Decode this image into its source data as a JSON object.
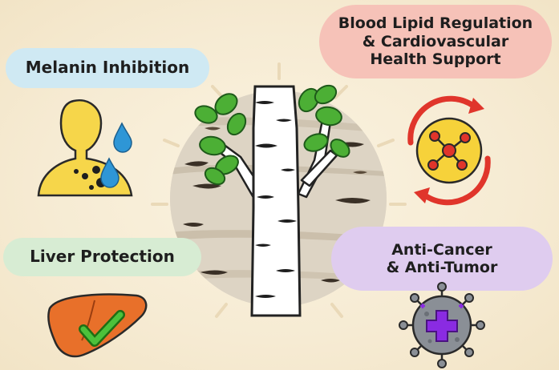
{
  "labels": {
    "melanin": "Melanin Inhibition",
    "blood_line1": "Blood Lipid Regulation",
    "blood_line2": "& Cardiovascular",
    "blood_line3": "Health Support",
    "liver": "Liver Protection",
    "cancer_line1": "Anti-Cancer",
    "cancer_line2": "& Anti-Tumor"
  },
  "icons": {
    "center": "birch-tree-icon",
    "melanin": "person-skin-spots-icon",
    "blood": "lipid-molecule-cycle-icon",
    "liver": "liver-checkmark-icon",
    "cancer": "virus-plus-icon"
  },
  "colors": {
    "background": "#f6ebd3",
    "melanin_pill": "#cfe9f3",
    "blood_pill": "#f6c2b8",
    "liver_pill": "#d7ecd3",
    "cancer_pill": "#dfccef",
    "leaf_green": "#4caf35",
    "arrow_red": "#e0352b",
    "liver_orange": "#e8702a",
    "virus_gray": "#8a8f96",
    "plus_purple": "#8a2be2"
  }
}
